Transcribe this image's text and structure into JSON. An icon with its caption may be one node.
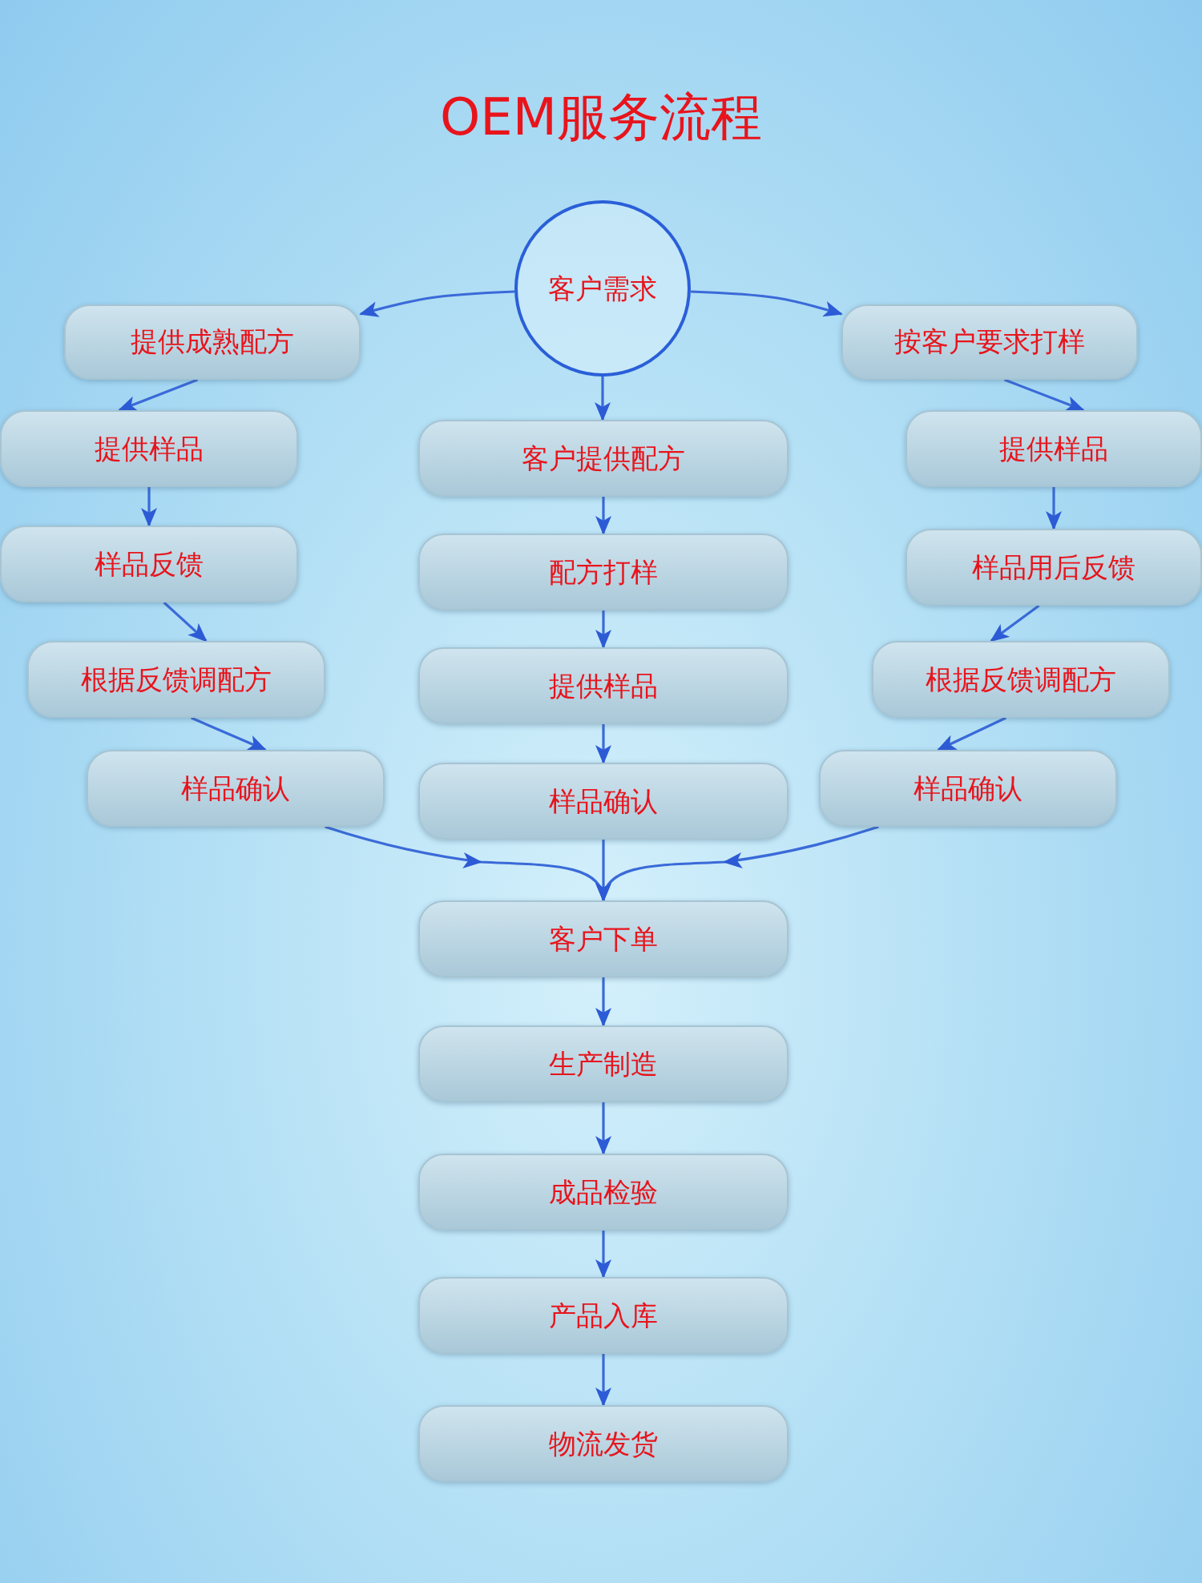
{
  "diagram": {
    "title": "OEM服务流程",
    "nodes": [
      {
        "text": [
          "客户需求"
        ]
      },
      {
        "text": [
          "提供成熟配方"
        ]
      },
      {
        "text": [
          "提供样品"
        ]
      },
      {
        "text": [
          "样品反馈"
        ]
      },
      {
        "text": [
          "根据反馈调配方"
        ]
      },
      {
        "text": [
          "样品确认"
        ]
      },
      {
        "text": [
          "客户提供配方"
        ]
      },
      {
        "text": [
          "配方打样"
        ]
      },
      {
        "text": [
          "提供样品"
        ]
      },
      {
        "text": [
          "样品确认"
        ]
      },
      {
        "text": [
          "按客户要求打样"
        ]
      },
      {
        "text": [
          "提供样品"
        ]
      },
      {
        "text": [
          "样品用后反馈"
        ]
      },
      {
        "text": [
          "根据反馈调配方"
        ]
      },
      {
        "text": [
          "样品确认"
        ]
      },
      {
        "text": [
          "客户下单"
        ]
      },
      {
        "text": [
          "生产制造"
        ]
      },
      {
        "text": [
          "成品检验"
        ]
      },
      {
        "text": [
          "产品入库"
        ]
      },
      {
        "text": [
          "物流发货"
        ]
      }
    ],
    "edges": [
      {
        "from": 0,
        "to": 1,
        "arrow": "to"
      },
      {
        "from": 0,
        "to": 6,
        "arrow": "to"
      },
      {
        "from": 0,
        "to": 10,
        "arrow": "to"
      },
      {
        "from": 1,
        "to": 2,
        "arrow": "to"
      },
      {
        "from": 2,
        "to": 3,
        "arrow": "to"
      },
      {
        "from": 3,
        "to": 4,
        "arrow": "to"
      },
      {
        "from": 4,
        "to": 5,
        "arrow": "to"
      },
      {
        "from": 6,
        "to": 7,
        "arrow": "to"
      },
      {
        "from": 7,
        "to": 8,
        "arrow": "to"
      },
      {
        "from": 8,
        "to": 9,
        "arrow": "to"
      },
      {
        "from": 10,
        "to": 11,
        "arrow": "to"
      },
      {
        "from": 11,
        "to": 12,
        "arrow": "to"
      },
      {
        "from": 12,
        "to": 13,
        "arrow": "to"
      },
      {
        "from": 13,
        "to": 14,
        "arrow": "to"
      },
      {
        "from": 5,
        "to": 15,
        "arrow": "to"
      },
      {
        "from": 9,
        "to": 15,
        "arrow": "to"
      },
      {
        "from": 14,
        "to": 15,
        "arrow": "to"
      },
      {
        "from": 15,
        "to": 16,
        "arrow": "to"
      },
      {
        "from": 16,
        "to": 17,
        "arrow": "to"
      },
      {
        "from": 17,
        "to": 18,
        "arrow": "to"
      },
      {
        "from": 18,
        "to": 19,
        "arrow": "to"
      }
    ]
  }
}
